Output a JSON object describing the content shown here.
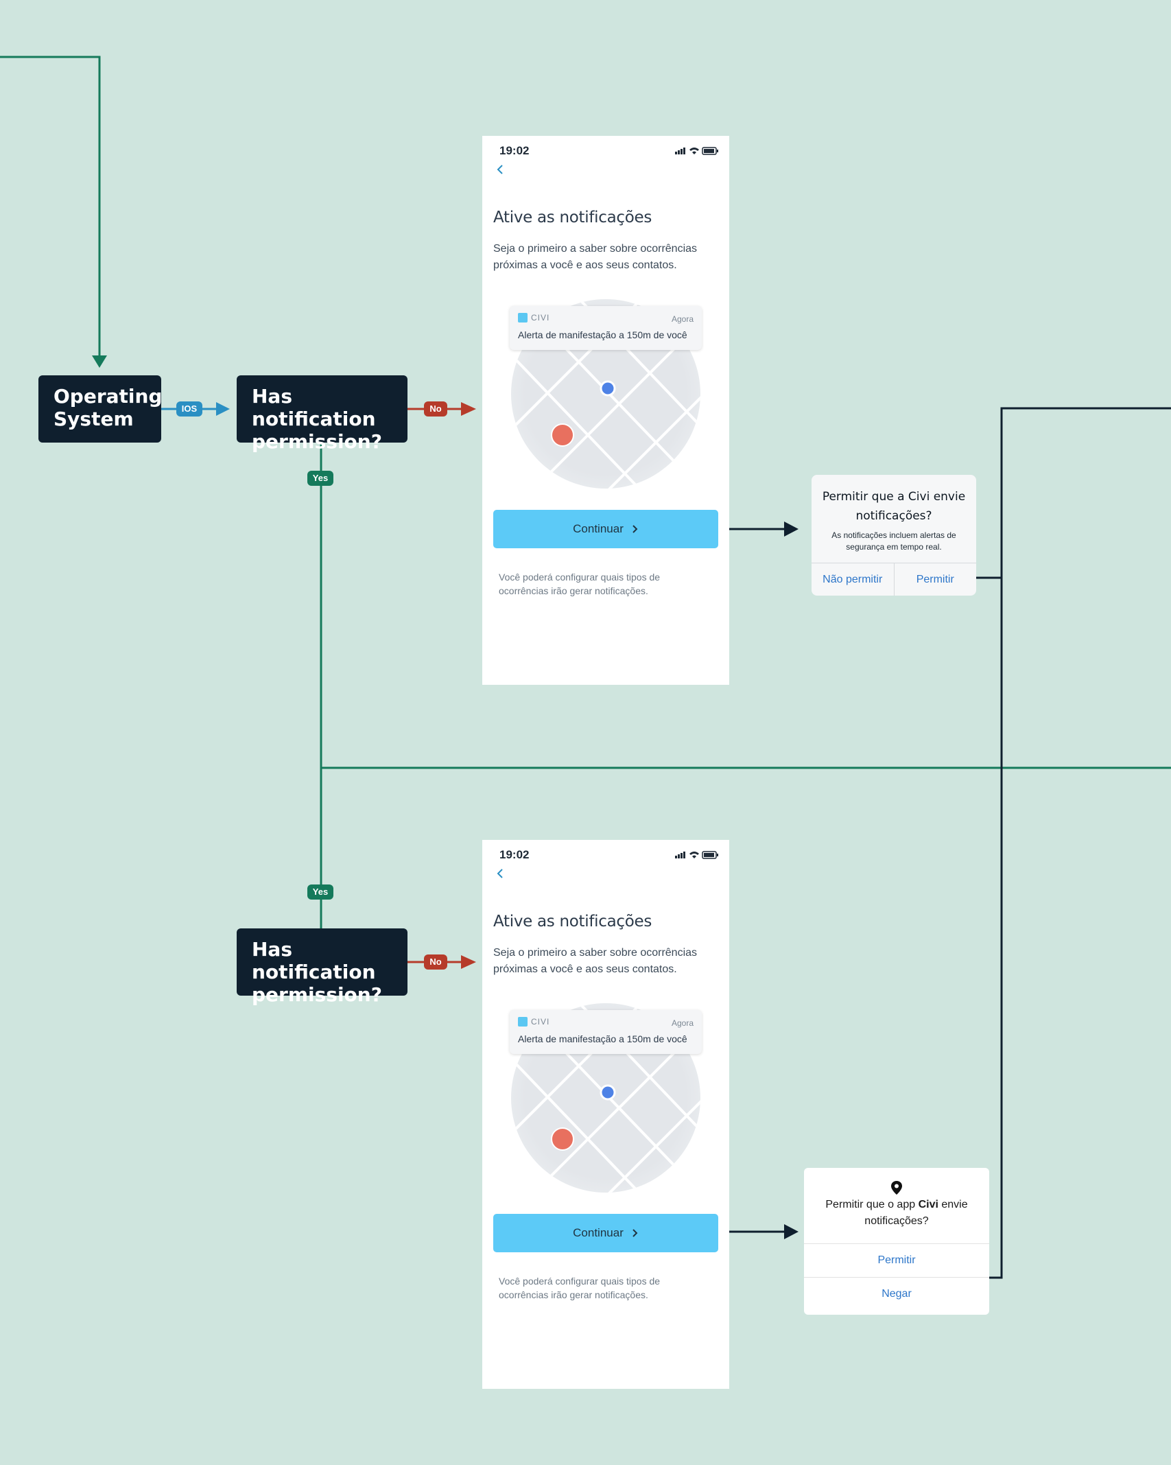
{
  "nodes": {
    "os": "Operating System",
    "has_perm_1": "Has notification permission?",
    "has_perm_2": "Has notification permission?"
  },
  "tags": {
    "ios": "IOS",
    "no": "No",
    "yes": "Yes"
  },
  "screen": {
    "time": "19:02",
    "title": "Ative as notificações",
    "description": "Seja o primeiro a saber sobre ocorrências próximas a você e aos seus contatos.",
    "notif_app": "CIVI",
    "notif_when": "Agora",
    "notif_msg": "Alerta de manifestação a 150m de você",
    "continue": "Continuar",
    "footer": "Você poderá configurar quais tipos de ocorrências irão gerar notificações."
  },
  "ios_dialog": {
    "title": "Permitir que a Civi envie notificações?",
    "subtitle": "As notificações incluem alertas de segurança em tempo real.",
    "deny": "Não permitir",
    "allow": "Permitir"
  },
  "android_dialog": {
    "title_pre": "Permitir que o app ",
    "title_app": "Civi",
    "title_post": " envie notificações?",
    "allow": "Permitir",
    "deny": "Negar"
  },
  "colors": {
    "background": "#cfe5de",
    "node": "#0f1f2e",
    "green_line": "#157a5b",
    "ios_blue": "#2a8fc3",
    "no_red": "#b63b2a",
    "button": "#5ccaf7"
  }
}
